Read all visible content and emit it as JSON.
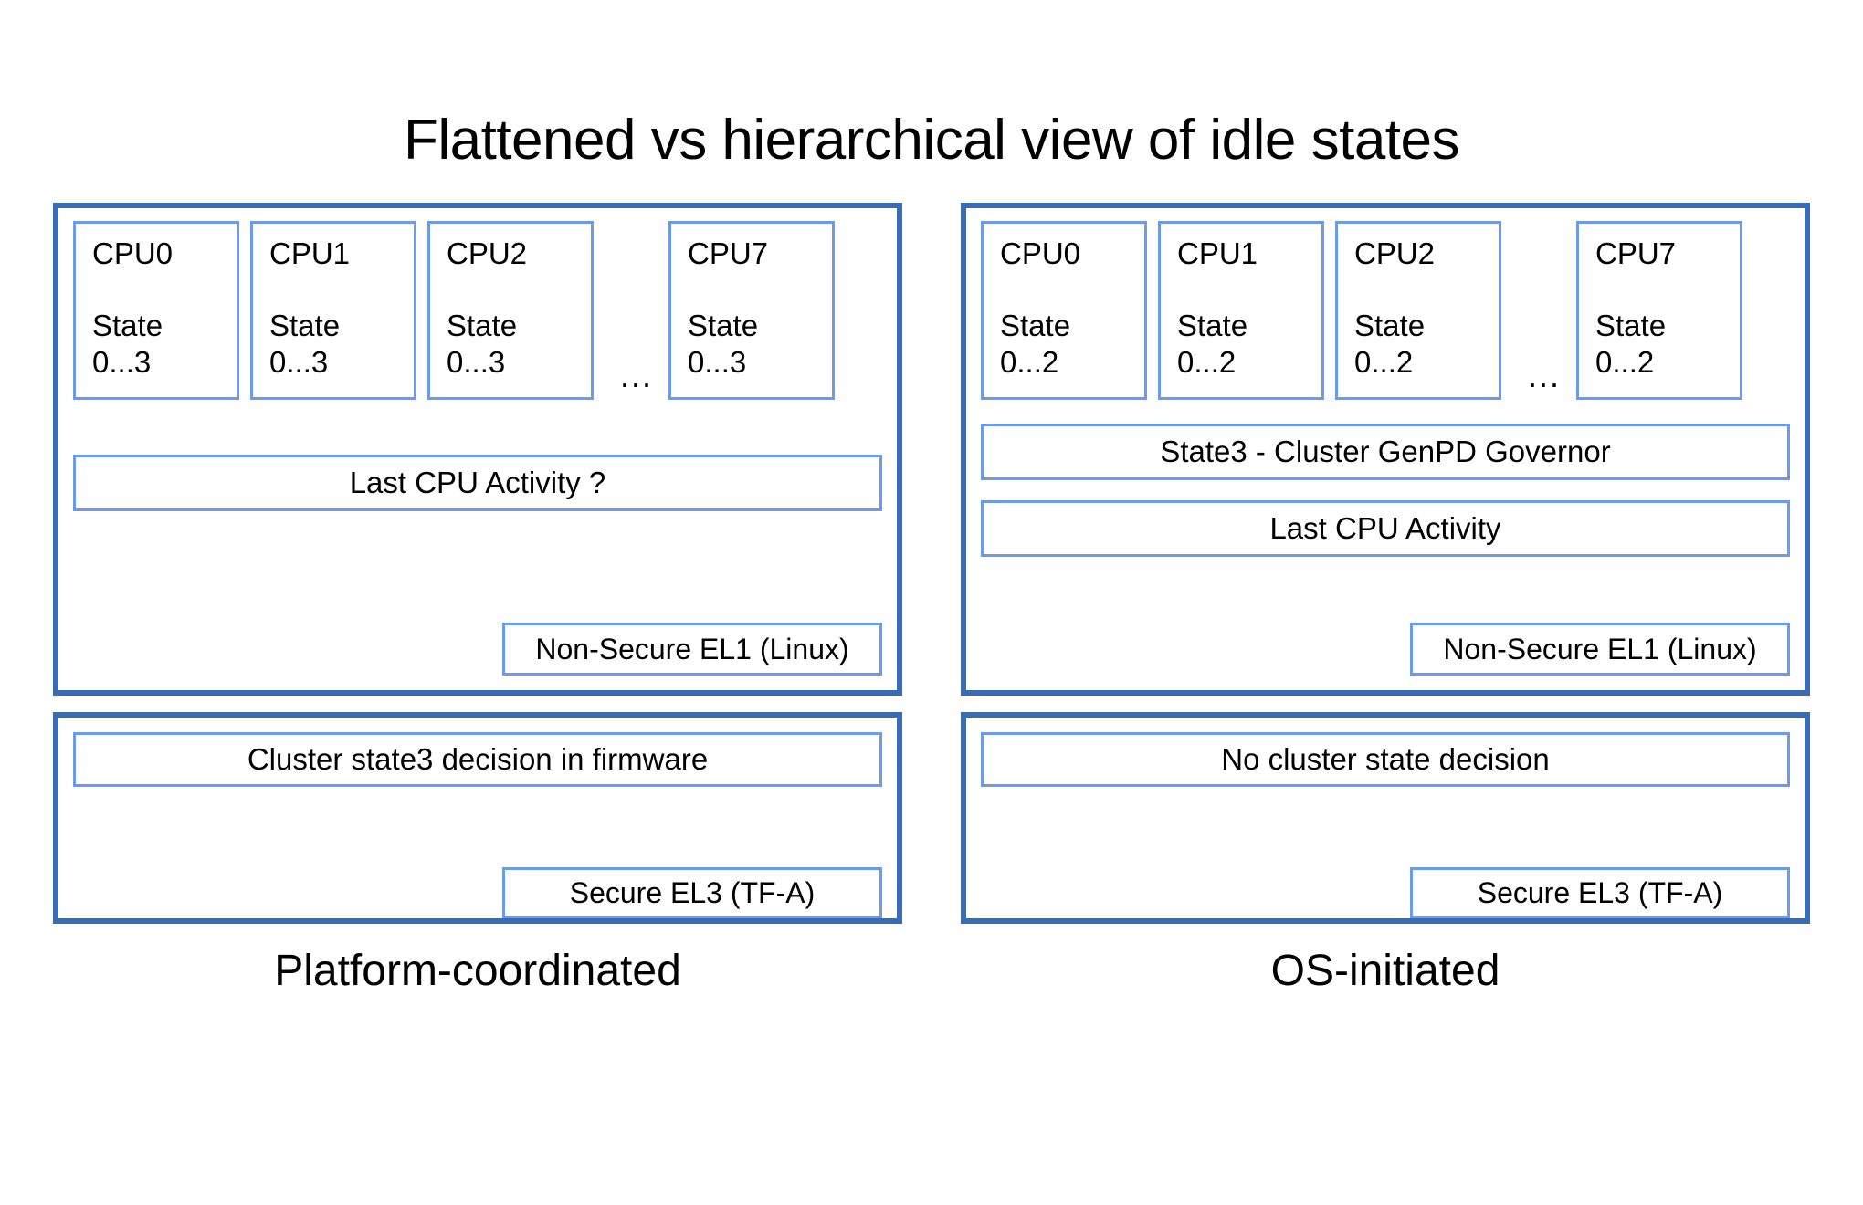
{
  "title": "Flattened vs hierarchical view of idle states",
  "colors": {
    "panel_border": "#3a6cb5",
    "box_border": "#6b9bef",
    "background": "#ffffff",
    "text": "#000000"
  },
  "left": {
    "caption": "Platform-coordinated",
    "os_panel": {
      "cpus": [
        {
          "name": "CPU0",
          "state": "State\n0...3"
        },
        {
          "name": "CPU1",
          "state": "State\n0...3"
        },
        {
          "name": "CPU2",
          "state": "State\n0...3"
        },
        {
          "name": "CPU7",
          "state": "State\n0...3"
        }
      ],
      "ellipsis": "...",
      "last_cpu_activity": "Last CPU Activity ?",
      "exception_level": "Non-Secure EL1 (Linux)"
    },
    "firmware_panel": {
      "decision": "Cluster state3 decision in firmware",
      "exception_level": "Secure EL3 (TF-A)"
    }
  },
  "right": {
    "caption": "OS-initiated",
    "os_panel": {
      "cpus": [
        {
          "name": "CPU0",
          "state": "State\n0...2"
        },
        {
          "name": "CPU1",
          "state": "State\n0...2"
        },
        {
          "name": "CPU2",
          "state": "State\n0...2"
        },
        {
          "name": "CPU7",
          "state": "State\n0...2"
        }
      ],
      "ellipsis": "...",
      "cluster_governor": "State3 - Cluster GenPD Governor",
      "last_cpu_activity": "Last CPU Activity",
      "exception_level": "Non-Secure EL1 (Linux)"
    },
    "firmware_panel": {
      "decision": "No cluster state decision",
      "exception_level": "Secure EL3 (TF-A)"
    }
  }
}
